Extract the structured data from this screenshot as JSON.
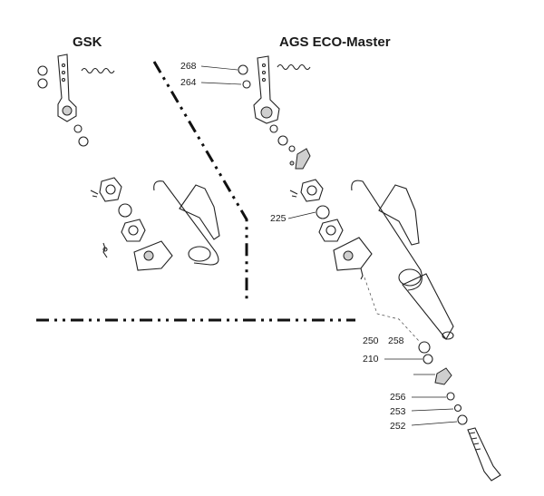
{
  "titles": {
    "left": "GSK",
    "right": "AGS ECO-Master"
  },
  "callouts": [
    {
      "id": "268",
      "label": "268"
    },
    {
      "id": "264",
      "label": "264"
    },
    {
      "id": "225",
      "label": "225"
    },
    {
      "id": "250",
      "label": "250"
    },
    {
      "id": "258",
      "label": "258"
    },
    {
      "id": "210",
      "label": "210"
    },
    {
      "id": "256",
      "label": "256"
    },
    {
      "id": "253",
      "label": "253"
    },
    {
      "id": "252",
      "label": "252"
    }
  ],
  "colors": {
    "ink": "#222222",
    "shade": "#cfcfcf",
    "background": "#ffffff"
  }
}
